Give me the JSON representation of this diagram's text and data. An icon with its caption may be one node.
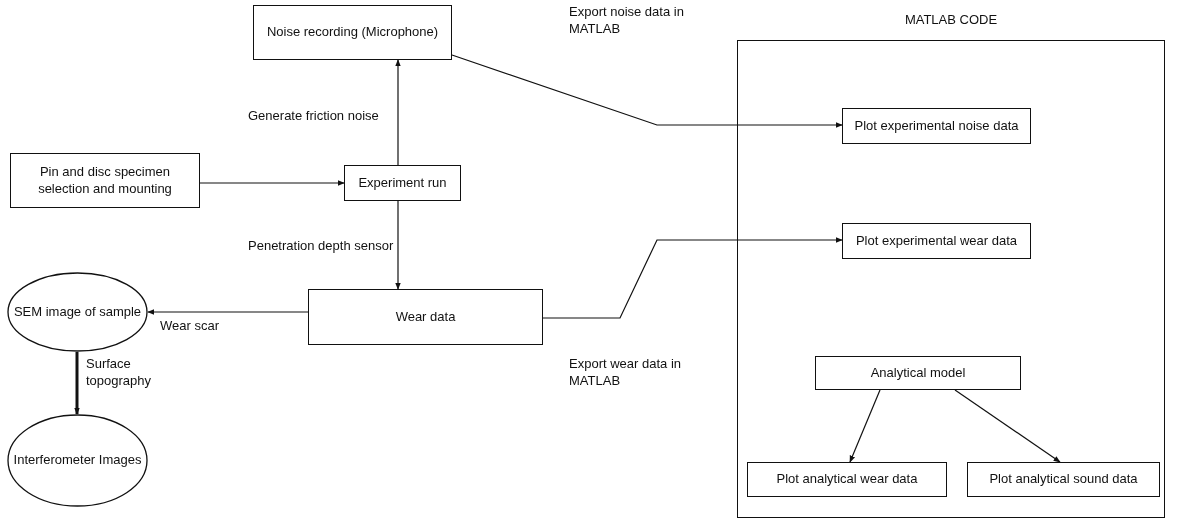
{
  "diagram": {
    "nodes": [
      {
        "text": [
          "Noise recording (Microphone)"
        ]
      },
      {
        "text": [
          "MATLAB CODE"
        ]
      },
      {
        "text": [
          "Plot experimental noise data"
        ],
        "in": 1
      },
      {
        "text": [
          "Pin and disc specimen selection and mounting"
        ]
      },
      {
        "text": [
          "Experiment run"
        ]
      },
      {
        "text": [
          "Plot experimental wear data"
        ],
        "in": 1
      },
      {
        "text": [
          "SEM image of sample"
        ]
      },
      {
        "text": [
          "Wear data"
        ]
      },
      {
        "text": [
          "Analytical model"
        ],
        "in": 1
      },
      {
        "text": [
          "Interferometer Images"
        ]
      },
      {
        "text": [
          "Plot analytical wear data"
        ],
        "in": 1
      },
      {
        "text": [
          "Plot analytical sound data"
        ],
        "in": 1
      }
    ],
    "edges": [
      {
        "from": 3,
        "to": 4,
        "arrow": "to"
      },
      {
        "from": 4,
        "to": 0,
        "arrow": "to",
        "label": "Generate friction noise"
      },
      {
        "from": 4,
        "to": 7,
        "arrow": "to",
        "label": "Penetration depth sensor"
      },
      {
        "from": 7,
        "to": 6,
        "arrow": "to",
        "label": "Wear scar"
      },
      {
        "from": 6,
        "to": 9,
        "arrow": "to",
        "label": "Surface topography",
        "style": "thick"
      },
      {
        "from": 0,
        "to": 2,
        "arrow": "to",
        "label": "Export noise data in MATLAB"
      },
      {
        "from": 7,
        "to": 5,
        "arrow": "to",
        "label": "Export wear data in MATLAB"
      },
      {
        "from": 8,
        "to": 10,
        "arrow": "to"
      },
      {
        "from": 8,
        "to": 11,
        "arrow": "to"
      }
    ]
  }
}
